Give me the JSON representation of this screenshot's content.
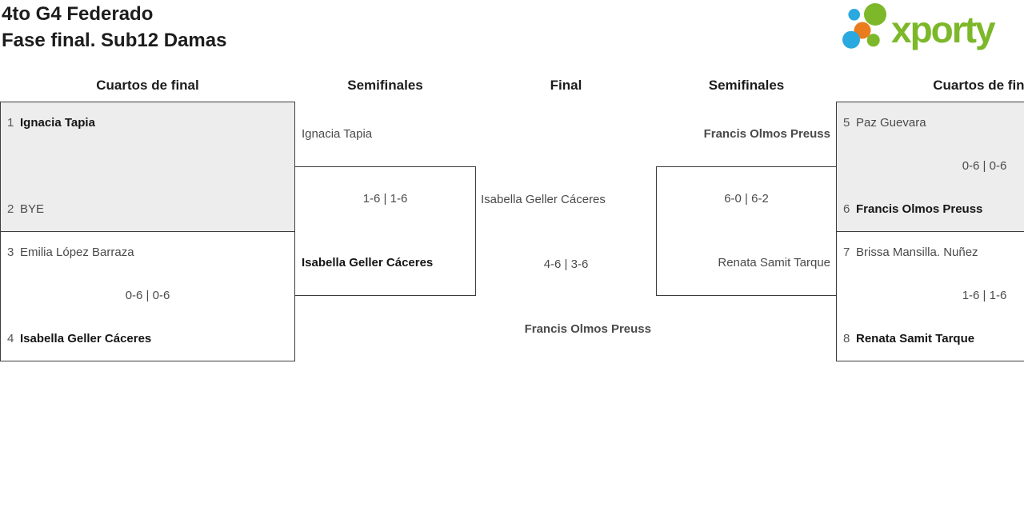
{
  "theme": {
    "logo_green": "#7cb829",
    "logo_blue": "#2aa9e0",
    "logo_orange": "#ea7c1e",
    "box_fill": "#ededed",
    "box_border": "#3d3d3d",
    "text_dark": "#1c1c1c",
    "text_muted": "#4a4a4a",
    "seed_color": "#555555"
  },
  "header": {
    "title_line1": "4to G4 Federado",
    "title_line2": "Fase final. Sub12 Damas"
  },
  "logo": {
    "text": "xporty"
  },
  "columns": [
    "Cuartos de final",
    "Semifinales",
    "Final",
    "Semifinales",
    "Cuartos de final"
  ],
  "matches": {
    "qf_l1": {
      "seed1": "1",
      "player1": "Ignacia Tapia",
      "player1_winner": true,
      "score": "",
      "seed2": "2",
      "player2": "BYE",
      "player2_winner": false
    },
    "qf_l2": {
      "seed1": "3",
      "player1": "Emilia López Barraza",
      "player1_winner": false,
      "score": "0-6 | 0-6",
      "seed2": "4",
      "player2": "Isabella Geller Cáceres",
      "player2_winner": true
    },
    "sf_l": {
      "player1": "Ignacia Tapia",
      "player1_winner": false,
      "score": "1-6 | 1-6",
      "player2": "Isabella Geller Cáceres",
      "player2_winner": true
    },
    "final": {
      "player1": "Isabella Geller Cáceres",
      "player1_winner": false,
      "score": "4-6 | 3-6",
      "player2": "Francis Olmos Preuss",
      "player2_winner": true
    },
    "sf_r": {
      "player1": "Francis Olmos Preuss",
      "player1_winner": true,
      "score": "6-0 | 6-2",
      "player2": "Renata Samit Tarque",
      "player2_winner": false
    },
    "qf_r1": {
      "seed1": "5",
      "player1": "Paz Guevara",
      "player1_winner": false,
      "score": "0-6 | 0-6",
      "seed2": "6",
      "player2": "Francis Olmos Preuss",
      "player2_winner": true
    },
    "qf_r2": {
      "seed1": "7",
      "player1": "Brissa Mansilla. Nuñez",
      "player1_winner": false,
      "score": "1-6 | 1-6",
      "seed2": "8",
      "player2": "Renata Samit Tarque",
      "player2_winner": true
    }
  }
}
